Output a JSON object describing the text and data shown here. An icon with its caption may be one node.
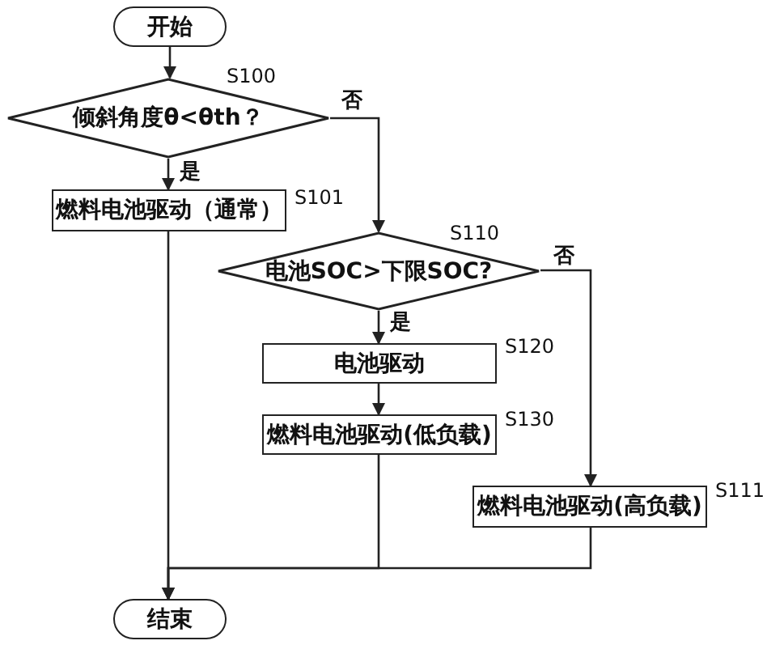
{
  "diagram": {
    "nodes": [
      {
        "text": [
          "开始"
        ]
      },
      {
        "text": [
          "倾斜角度θ<θth？"
        ],
        "beside": [
          "S100"
        ]
      },
      {
        "text": [
          "燃料电池驱动（通常）"
        ],
        "beside": [
          "S101"
        ]
      },
      {
        "text": [
          "电池SOC>下限SOC?"
        ],
        "beside": [
          "S110"
        ]
      },
      {
        "text": [
          "电池驱动"
        ],
        "beside": [
          "S120"
        ]
      },
      {
        "text": [
          "燃料电池驱动(低负载)"
        ],
        "beside": [
          "S130"
        ]
      },
      {
        "text": [
          "燃料电池驱动(高负载)"
        ],
        "beside": [
          "S111"
        ]
      },
      {
        "text": [
          "结束"
        ]
      }
    ],
    "edges": [
      {
        "from": 0,
        "to": 1,
        "arrow": "to"
      },
      {
        "from": 1,
        "to": 2,
        "arrow": "to",
        "label": "是"
      },
      {
        "from": 1,
        "to": 3,
        "arrow": "to",
        "label": "否"
      },
      {
        "from": 3,
        "to": 4,
        "arrow": "to",
        "label": "是"
      },
      {
        "from": 3,
        "to": 6,
        "arrow": "to",
        "label": "否"
      },
      {
        "from": 4,
        "to": 5,
        "arrow": "to"
      },
      {
        "from": 2,
        "to": 7,
        "arrow": "to"
      },
      {
        "from": 5,
        "to": 7,
        "arrow": "to"
      },
      {
        "from": 6,
        "to": 7,
        "arrow": "to"
      }
    ]
  }
}
